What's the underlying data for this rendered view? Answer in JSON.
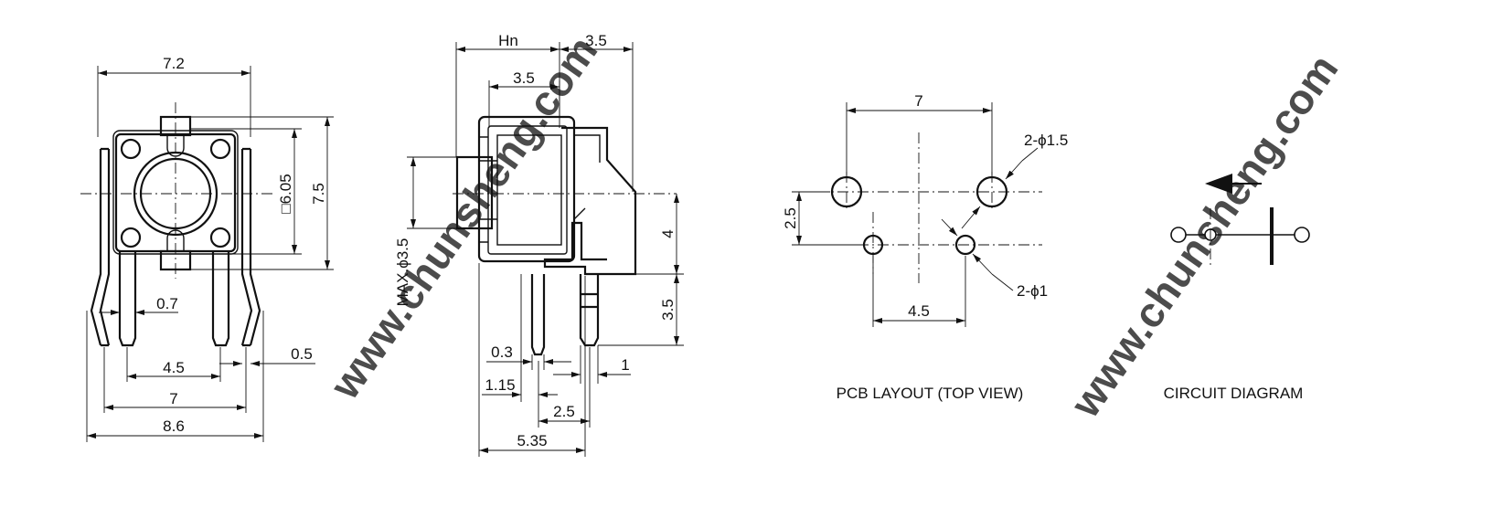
{
  "colors": {
    "ink": "#111111",
    "watermark": "#d9d9d9",
    "background": "#ffffff"
  },
  "watermark": {
    "text": "www.chunsheng.com"
  },
  "front_view": {
    "dims": {
      "width_72": "7.2",
      "square_605": "□6.05",
      "height_75": "7.5",
      "pin_07": "0.7",
      "pin_05": "0.5",
      "pitch_45": "4.5",
      "pitch_7": "7",
      "width_86": "8.6"
    }
  },
  "side_view": {
    "dims": {
      "hn": "Hn",
      "top_35": "3.5",
      "inner_35": "3.5",
      "max_phi": "MAX.ϕ3.5",
      "right_4": "4",
      "right_35": "3.5",
      "lead_03": "0.3",
      "lead_1": "1",
      "lead_115": "1.15",
      "lead_25": "2.5",
      "base_535": "5.35"
    }
  },
  "pcb_layout": {
    "title": "PCB LAYOUT (TOP VIEW)",
    "dims": {
      "span_7": "7",
      "hole_large": "2-ϕ1.5",
      "offset_25": "2.5",
      "hole_small": "2-ϕ1",
      "span_45": "4.5"
    }
  },
  "circuit": {
    "title": "CIRCUIT DIAGRAM",
    "arrow_icon": "left-arrow-icon",
    "switch_icon": "switch-symbol-icon"
  }
}
